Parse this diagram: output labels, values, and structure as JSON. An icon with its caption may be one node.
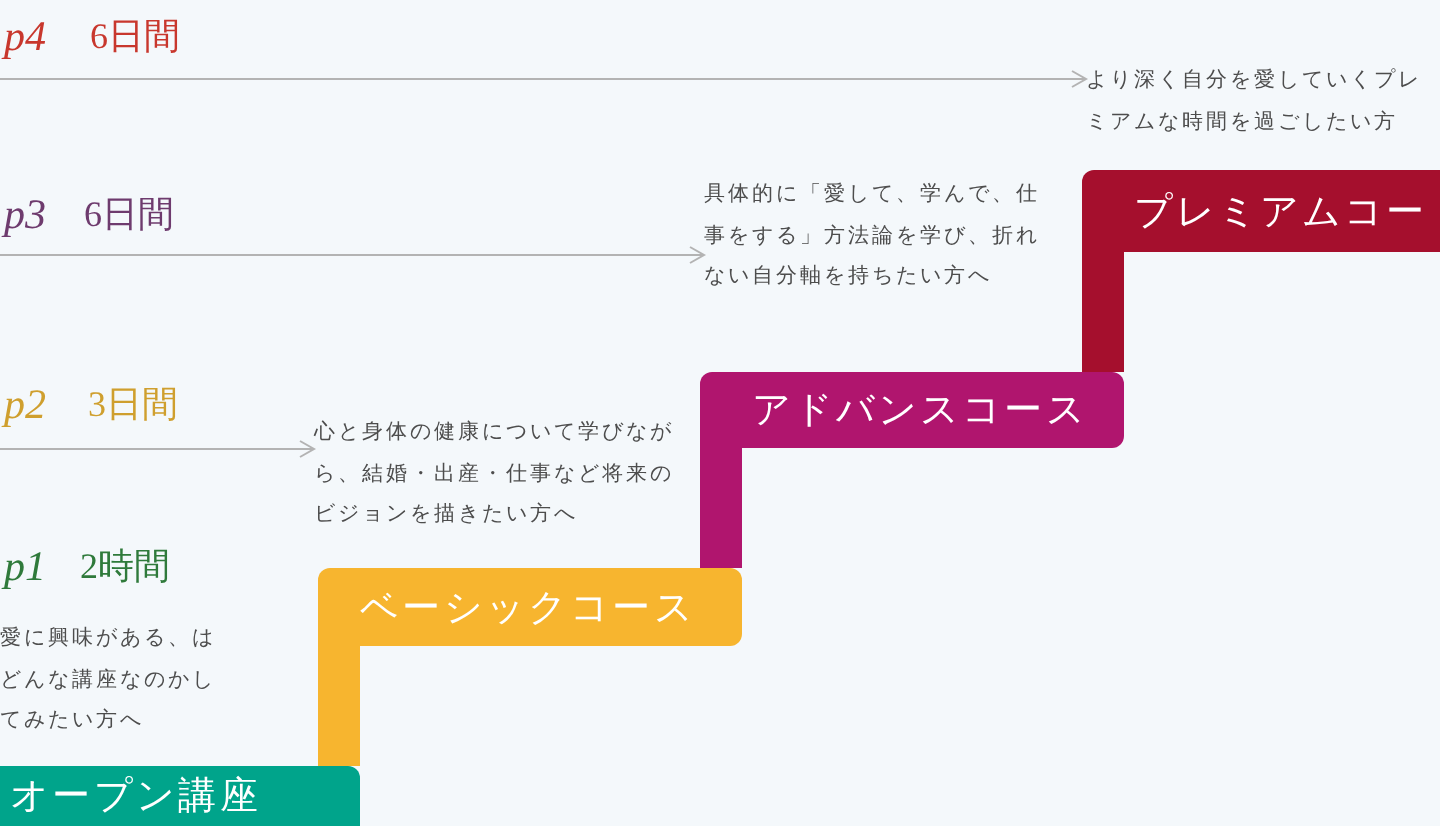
{
  "diagram": {
    "nodes": [
      {
        "text": [
          "p4",
          "6日間"
        ]
      },
      {
        "text": [
          "より深く自分を愛していくプレミアムな時間を過ごしたい方"
        ]
      },
      {
        "text": [
          "p3",
          "6日間"
        ]
      },
      {
        "text": [
          "具体的に「愛して、学んで、仕事をする」方法論を学び、折れない自分軸を持ちたい方へ"
        ]
      },
      {
        "text": [
          "p2",
          "3日間"
        ]
      },
      {
        "text": [
          "心と身体の健康について学びながら、結婚・出産・仕事など将来のビジョンを描きたい方へ"
        ]
      },
      {
        "text": [
          "p1",
          "2時間"
        ],
        "beside": [
          "愛に興味がある、はどんな講座なのかしてみたい方へ"
        ]
      },
      {
        "text": [
          "プレミアムコー"
        ]
      },
      {
        "text": [
          "アドバンスコース"
        ]
      },
      {
        "text": [
          "ベーシックコース"
        ]
      },
      {
        "text": [
          "オープン講座"
        ]
      }
    ],
    "edges": [
      {
        "from": 0,
        "to": 1,
        "arrow": "to"
      },
      {
        "from": 2,
        "to": 3,
        "arrow": "to"
      },
      {
        "from": 4,
        "to": 5,
        "arrow": "to"
      },
      {
        "from": 7,
        "to": 8,
        "arrow": "none",
        "style": "thick",
        "color": "#a50f2d"
      },
      {
        "from": 8,
        "to": 9,
        "arrow": "none",
        "style": "thick",
        "color": "#b0156e"
      },
      {
        "from": 9,
        "to": 10,
        "arrow": "none",
        "style": "thick",
        "color": "#f7b52f"
      }
    ]
  }
}
